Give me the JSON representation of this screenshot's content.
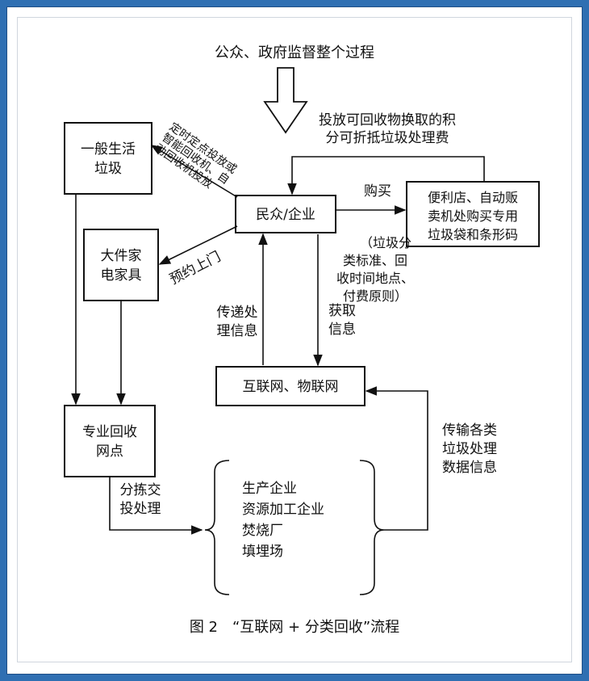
{
  "diagram": {
    "top_label": "公众、政府监督整个过程",
    "nodes": {
      "general_waste": [
        "一般生活",
        "垃圾"
      ],
      "citizens": "民众/企业",
      "stores": [
        "便利店、自动贩",
        "卖机处购买专用",
        "垃圾袋和条形码"
      ],
      "bulky": [
        "大件家",
        "电家具"
      ],
      "internet": "互联网、物联网",
      "recycle_point": [
        "专业回收",
        "网点"
      ],
      "destinations": [
        "生产企业",
        "资源加工企业",
        "焚烧厂",
        "填埋场"
      ]
    },
    "edge_labels": {
      "points": [
        "投放可回收物换取的积",
        "分可折抵垃圾处理费"
      ],
      "buy": "购买",
      "timed_drop": [
        "定时定点投放或",
        "智能回收机、自",
        "动回收机投放"
      ],
      "appointment": "预约上门",
      "standards": [
        "（垃圾分",
        "类标准、回",
        "收时间地点、",
        "付费原则）"
      ],
      "get_info": [
        "获取",
        "信息"
      ],
      "deliver_info": [
        "传递处",
        "理信息"
      ],
      "transfer_data": [
        "传输各类",
        "垃圾处理",
        "数据信息"
      ],
      "sort_process": [
        "分拣交",
        "投处理"
      ]
    },
    "caption": "图 2　“互联网 + 分类回收”流程"
  }
}
